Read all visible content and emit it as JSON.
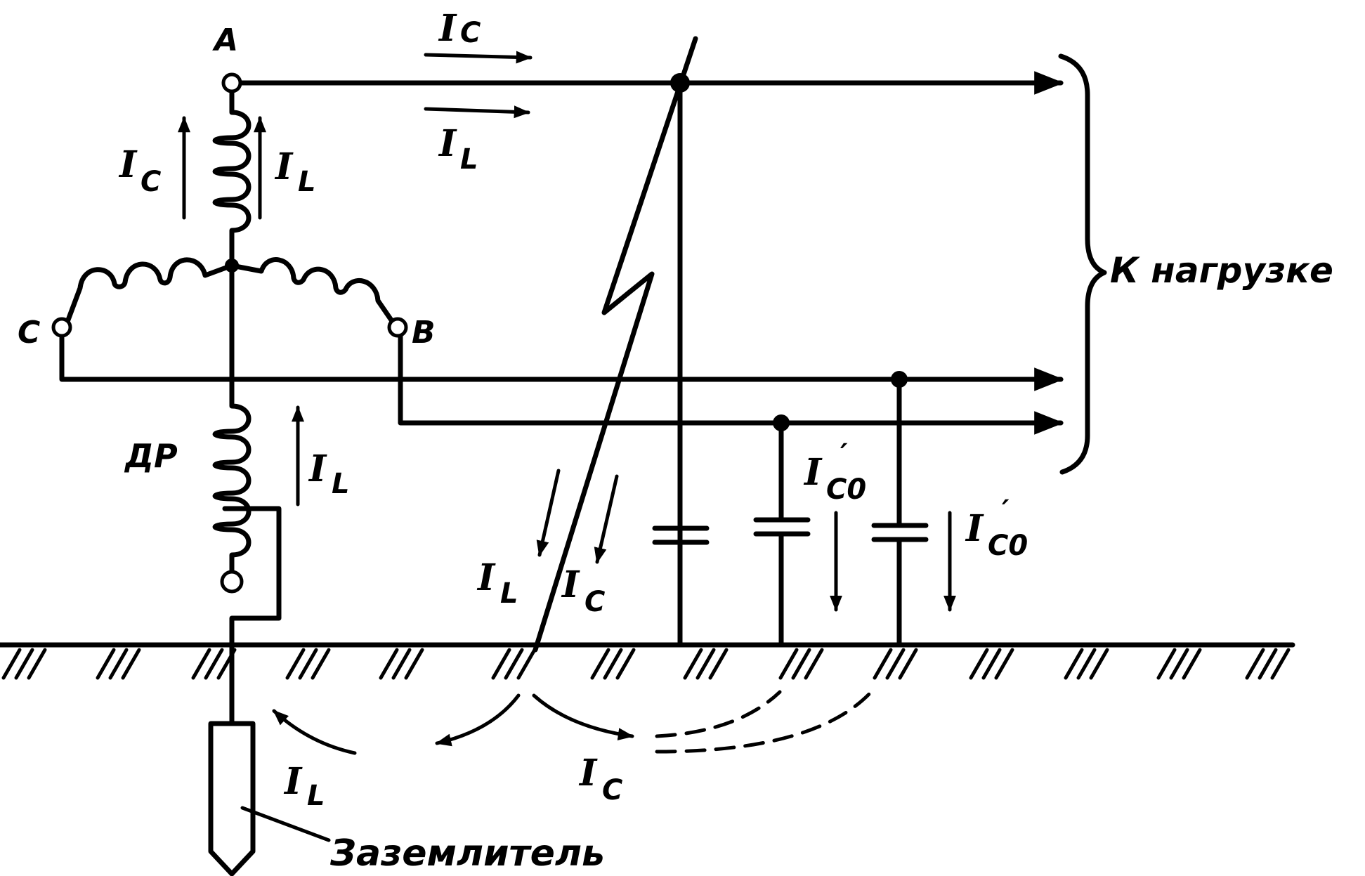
{
  "terminals": {
    "a": "A",
    "b": "B",
    "c": "C"
  },
  "choke_label": "ДР",
  "load_label": "К нагрузке",
  "ground_electrode_label": "Заземлитель",
  "current_symbol": "I",
  "sub_c": "C",
  "sub_l": "L",
  "sub_c0": "C0",
  "prime": "′",
  "colors": {
    "line": "#000000",
    "background": "#ffffff"
  }
}
